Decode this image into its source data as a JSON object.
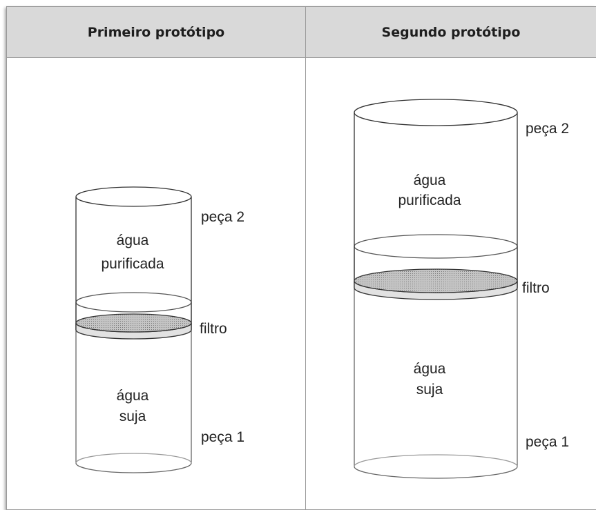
{
  "table": {
    "headers": [
      "Primeiro protótipo",
      "Segundo protótipo"
    ]
  },
  "prototype1": {
    "label_top": "peça 2",
    "label_filter": "filtro",
    "label_bottom": "peça 1",
    "clean_water": [
      "água",
      "purificada"
    ],
    "dirty_water": [
      "água",
      "suja"
    ]
  },
  "prototype2": {
    "label_top": "peça 2",
    "label_filter": "filtro",
    "label_bottom": "peça 1",
    "clean_water": [
      "água",
      "purificada"
    ],
    "dirty_water": [
      "água",
      "suja"
    ]
  },
  "colors": {
    "header_bg": "#d9d9d9",
    "filter_fill": "#b9b9b9",
    "filter_rim": "#e2e2e2",
    "stroke": "#333333"
  }
}
